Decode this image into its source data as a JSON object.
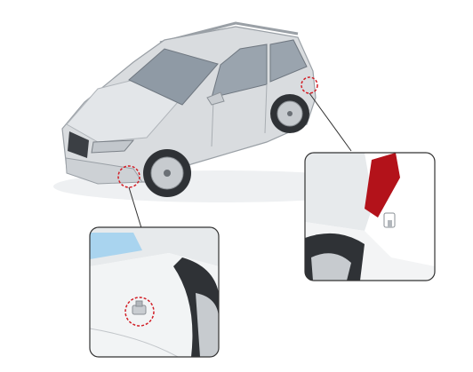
{
  "illustration": {
    "subject": "suv-car",
    "colors": {
      "background": "#ffffff",
      "car_body": "#d9dcdf",
      "car_shadow": "#b7bbc0",
      "glass": "#8a95a0",
      "tire": "#2f3236",
      "rim": "#c7cbcf",
      "callout_circle": "#d21f27",
      "callout_border": "#333333",
      "windshield_blue": "#a9d4ef",
      "taillight": "#b3121a"
    },
    "callouts": [
      {
        "id": "front-sensor",
        "icon": "parking-sensor-icon"
      },
      {
        "id": "rear-sensor",
        "icon": "parking-sensor-icon"
      }
    ]
  }
}
